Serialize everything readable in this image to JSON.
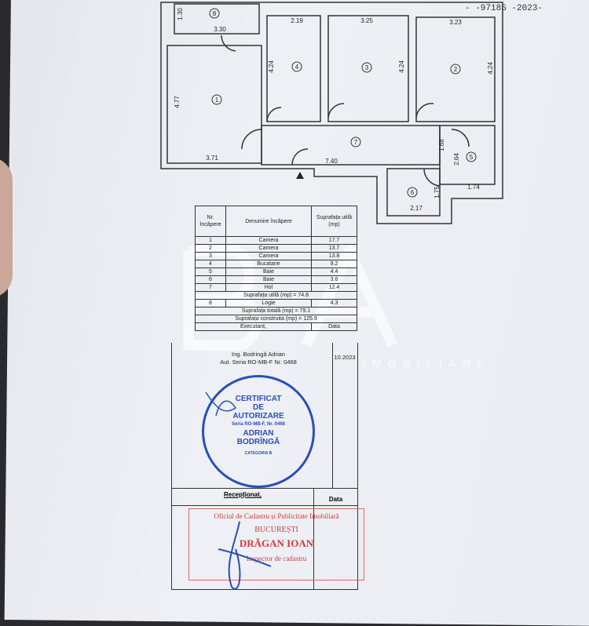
{
  "document_number": "- -97185 -2023-",
  "floor_plan": {
    "rooms": [
      "8",
      "1",
      "4",
      "3",
      "2",
      "7",
      "5",
      "6"
    ],
    "dimensions": {
      "d1_30": "1.30",
      "d3_30": "3.30",
      "d2_19": "2.19",
      "d3_25": "3.25",
      "d3_23": "3.23",
      "d4_24a": "4.24",
      "d4_24b": "4.24",
      "d4_24c": "4.24",
      "d4_77": "4.77",
      "d3_71": "3.71",
      "d7_40": "7.40",
      "d1_68": "1.68",
      "d2_64": "2.64",
      "d1_74": "1.74",
      "d1_75": "1.75",
      "d2_17": "2.17"
    }
  },
  "table": {
    "headers": [
      "Nr. încăpere",
      "Denumire încăpere",
      "Suprafața utilă (mp)"
    ],
    "rows": [
      {
        "nr": "1",
        "name": "Camera",
        "area": "17.7"
      },
      {
        "nr": "2",
        "name": "Camera",
        "area": "13.7"
      },
      {
        "nr": "3",
        "name": "Camera",
        "area": "13.8"
      },
      {
        "nr": "4",
        "name": "Bucatarie",
        "area": "9.2"
      },
      {
        "nr": "5",
        "name": "Baie",
        "area": "4.4"
      },
      {
        "nr": "6",
        "name": "Baie",
        "area": "3.6"
      },
      {
        "nr": "7",
        "name": "Hol",
        "area": "12.4"
      }
    ],
    "useful_total": "Suprafața utilă (mp) = 74.8",
    "row8": {
      "nr": "8",
      "name": "Logie",
      "area": "4.3"
    },
    "total": "Suprafața totală (mp) = 79.1",
    "built": "Suprafața construita (mp) = 125.9",
    "executant_label": "Executant,",
    "date_label": "Data",
    "executant_name": "Ing. Bodringă Adrian",
    "executant_auth": "Aut. Seria RO-MB-F Nr. 0468",
    "executant_date": "10.2023",
    "received_label": "Recepționat,",
    "received_date_label": "Data"
  },
  "blue_stamp": {
    "lines": [
      "CERTIFICAT",
      "DE",
      "AUTORIZARE",
      "Seria RO-MB-F, Nr. 0468",
      "ADRIAN",
      "BODRÎNGĂ"
    ],
    "bottom": "CATEGORIA B",
    "color": "#2a4fb8"
  },
  "red_stamp": {
    "lines": [
      "Oficiul de Cadastru și Publicitate Imobiliară",
      "BUCUREȘTI",
      "DRĂGAN IOAN",
      "Inspector de cadastru"
    ],
    "color": "#d23a3a"
  },
  "watermark": {
    "logo": "BA",
    "sub": "IMOBILIARE"
  }
}
